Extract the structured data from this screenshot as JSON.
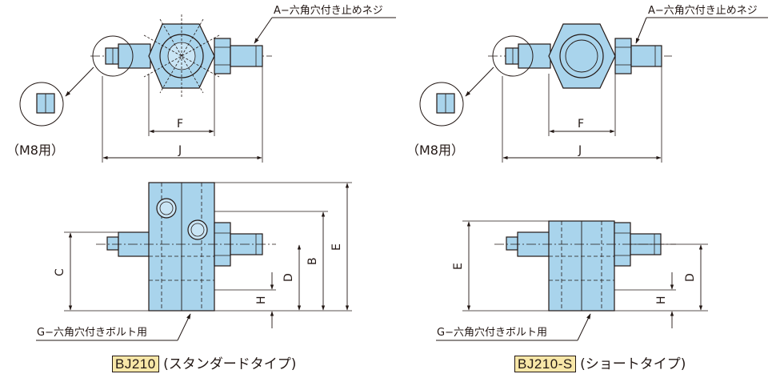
{
  "colors": {
    "line": "#231815",
    "fill": "#a9d4ec",
    "fill_light": "#c9e5f5",
    "code_bg": "#f8e7a8"
  },
  "left": {
    "setscrew_label": "A−六角穴付き止めネジ",
    "m8_label": "（M8用）",
    "dim_f": "F",
    "dim_j": "J",
    "dim_c": "C",
    "dim_b": "B",
    "dim_d": "D",
    "dim_e": "E",
    "dim_h": "H",
    "bolt_label": "G−六角穴付きボルト用",
    "model_code": "BJ210",
    "model_desc": "(スタンダードタイプ)"
  },
  "right": {
    "setscrew_label": "A−六角穴付き止めネジ",
    "m8_label": "（M8用）",
    "dim_f": "F",
    "dim_j": "J",
    "dim_e": "E",
    "dim_d": "D",
    "dim_h": "H",
    "bolt_label": "G−六角穴付きボルト用",
    "model_code": "BJ210-S",
    "model_desc": "(ショートタイプ)"
  }
}
